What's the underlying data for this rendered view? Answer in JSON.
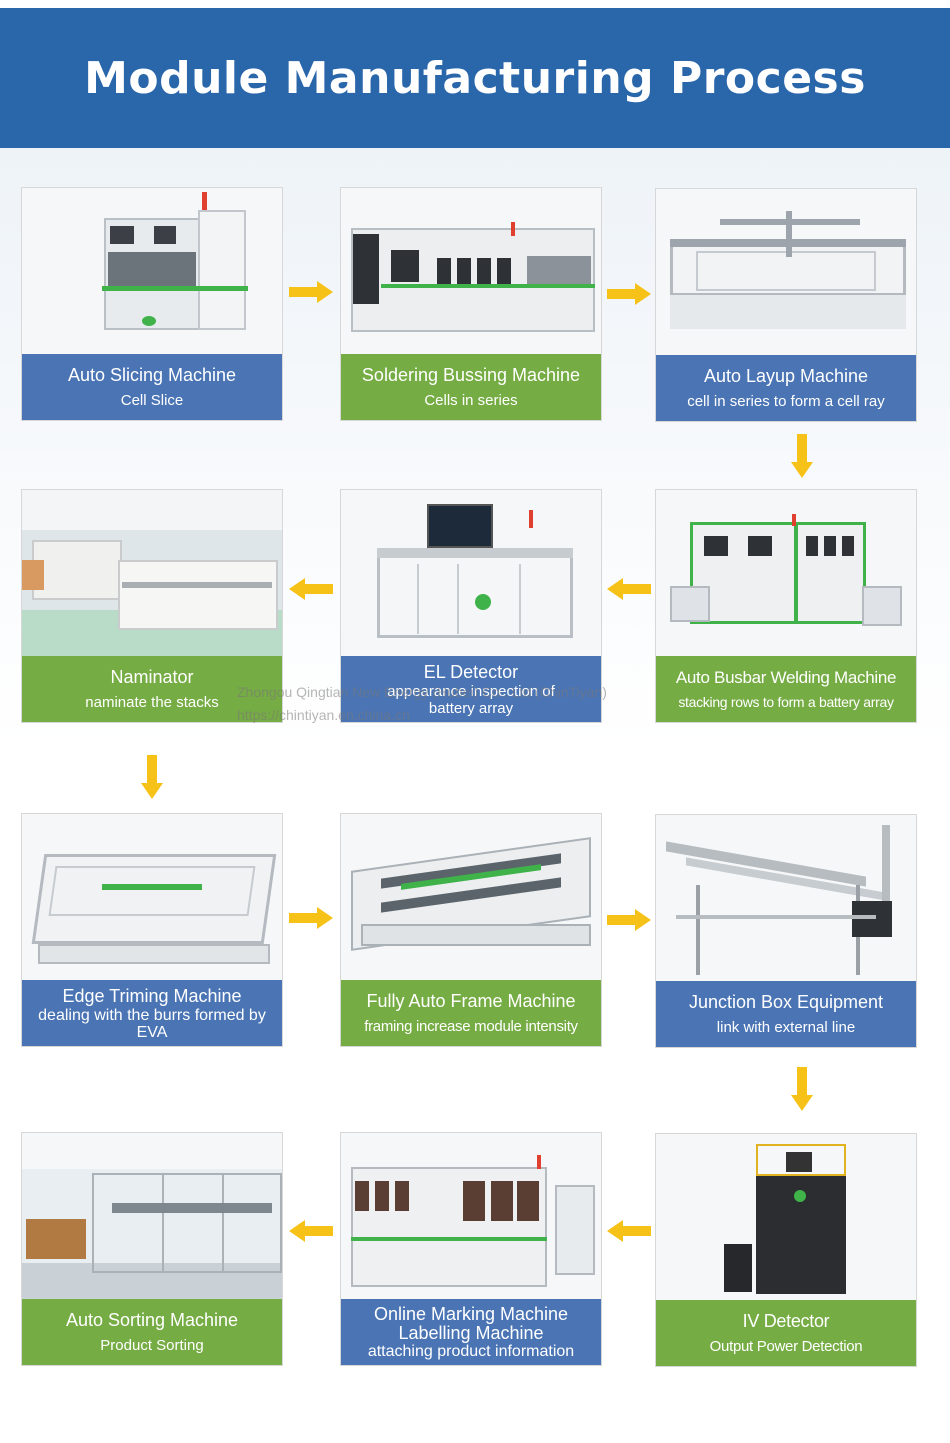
{
  "header": {
    "title": "Module Manufacturing Process"
  },
  "colors": {
    "header": "#2a66aa",
    "blue_label": "#4a74b4",
    "green_label": "#76ac44",
    "arrow": "#f7c218"
  },
  "steps": [
    {
      "title": "Auto Slicing Machine",
      "subtitle": "Cell Slice",
      "color": "blue"
    },
    {
      "title": "Soldering Bussing Machine",
      "subtitle": "Cells in series",
      "color": "green"
    },
    {
      "title": "Auto Layup Machine",
      "subtitle": "cell in series to form a cell ray",
      "color": "blue"
    },
    {
      "title": "Naminator",
      "subtitle": "naminate the stacks",
      "color": "green"
    },
    {
      "title": "EL Detector",
      "subtitle": "appearance inspection of battery array",
      "color": "blue"
    },
    {
      "title": "Auto Busbar Welding Machine",
      "subtitle": "stacking rows to form a battery array",
      "color": "green"
    },
    {
      "title": "Edge Triming Machine",
      "subtitle": "dealing with the burrs formed by EVA",
      "color": "blue"
    },
    {
      "title": "Fully Auto Frame Machine",
      "subtitle": "framing increase module intensity",
      "color": "green"
    },
    {
      "title": "Junction Box Equipment",
      "subtitle": "link with external line",
      "color": "blue"
    },
    {
      "title": "Auto Sorting Machine",
      "subtitle": "Product Sorting",
      "color": "green"
    },
    {
      "title": "Online Marking Machine Labelling Machine",
      "subtitle": "attaching product information",
      "color": "blue"
    },
    {
      "title": "IV Detector",
      "subtitle": "Output Power Detection",
      "color": "green"
    }
  ],
  "watermark": {
    "line1": "Zhongou Qingtian New Energy (Hubei) Co., Ltd (ChinTiyan)",
    "line2": "https://chintiyan.en.china.cn"
  },
  "icons": [
    "arrow-right-icon",
    "arrow-left-icon",
    "arrow-down-icon"
  ]
}
